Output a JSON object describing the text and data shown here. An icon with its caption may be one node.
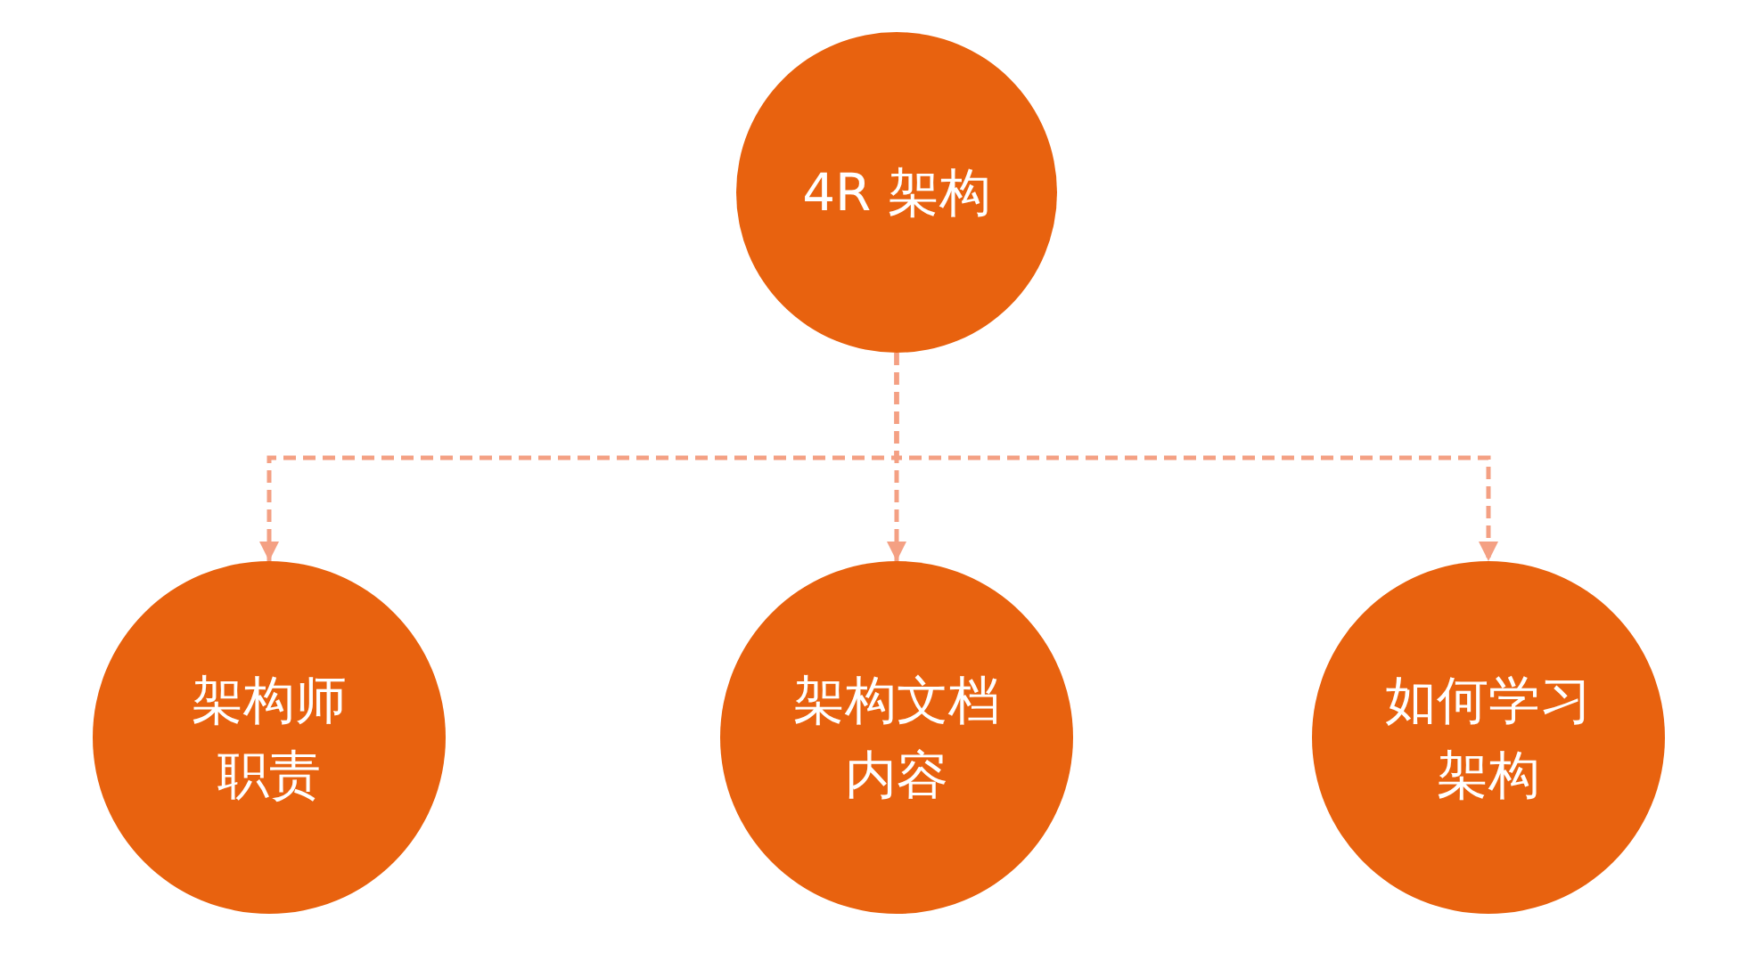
{
  "diagram": {
    "nodes": [
      {
        "text": [
          "4R 架构"
        ]
      },
      {
        "text": [
          "架构师职责"
        ]
      },
      {
        "text": [
          "架构文档内容"
        ]
      },
      {
        "text": [
          "如何学习架构"
        ]
      }
    ],
    "edges": [
      {
        "from": 0,
        "to": 1,
        "arrow": "to",
        "style": "dashed"
      },
      {
        "from": 0,
        "to": 2,
        "arrow": "to",
        "style": "dashed"
      },
      {
        "from": 0,
        "to": 3,
        "arrow": "to",
        "style": "dashed"
      }
    ]
  }
}
